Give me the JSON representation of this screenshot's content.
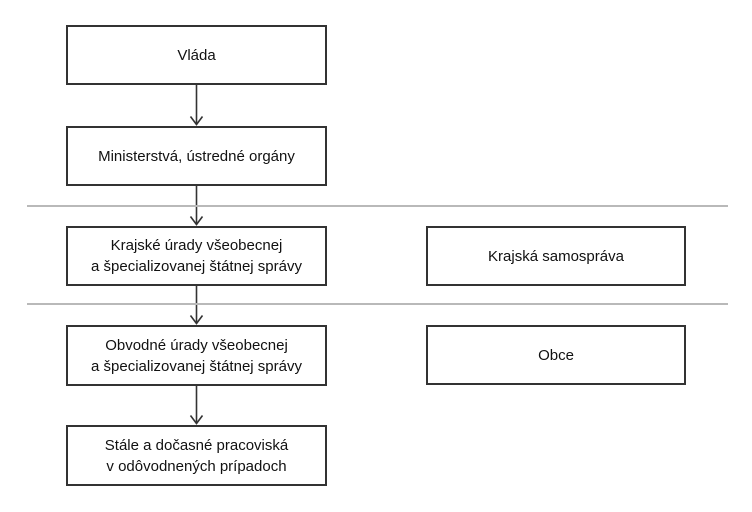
{
  "colors": {
    "background": "#ffffff",
    "box_border": "#333333",
    "box_fill": "#ffffff",
    "text": "#111111",
    "divider_line": "#b9b9b9",
    "arrow": "#333333"
  },
  "diagram": {
    "type": "flowchart",
    "left_column": {
      "vlada": {
        "label": "Vláda"
      },
      "ministerstva": {
        "label": "Ministerstvá, ústredné orgány"
      },
      "krajske_urady": {
        "line1": "Krajské úrady všeobecnej",
        "line2": "a špecializovanej štátnej správy"
      },
      "obvodne_urady": {
        "line1": "Obvodné úrady všeobecnej",
        "line2": "a špecializovanej štátnej správy"
      },
      "stale_pracoviska": {
        "line1": "Stále a dočasné pracoviská",
        "line2": "v odôvodnených prípadoch"
      }
    },
    "right_column": {
      "krajska_samosprava": {
        "label": "Krajská samospráva"
      },
      "obce": {
        "label": "Obce"
      }
    }
  }
}
